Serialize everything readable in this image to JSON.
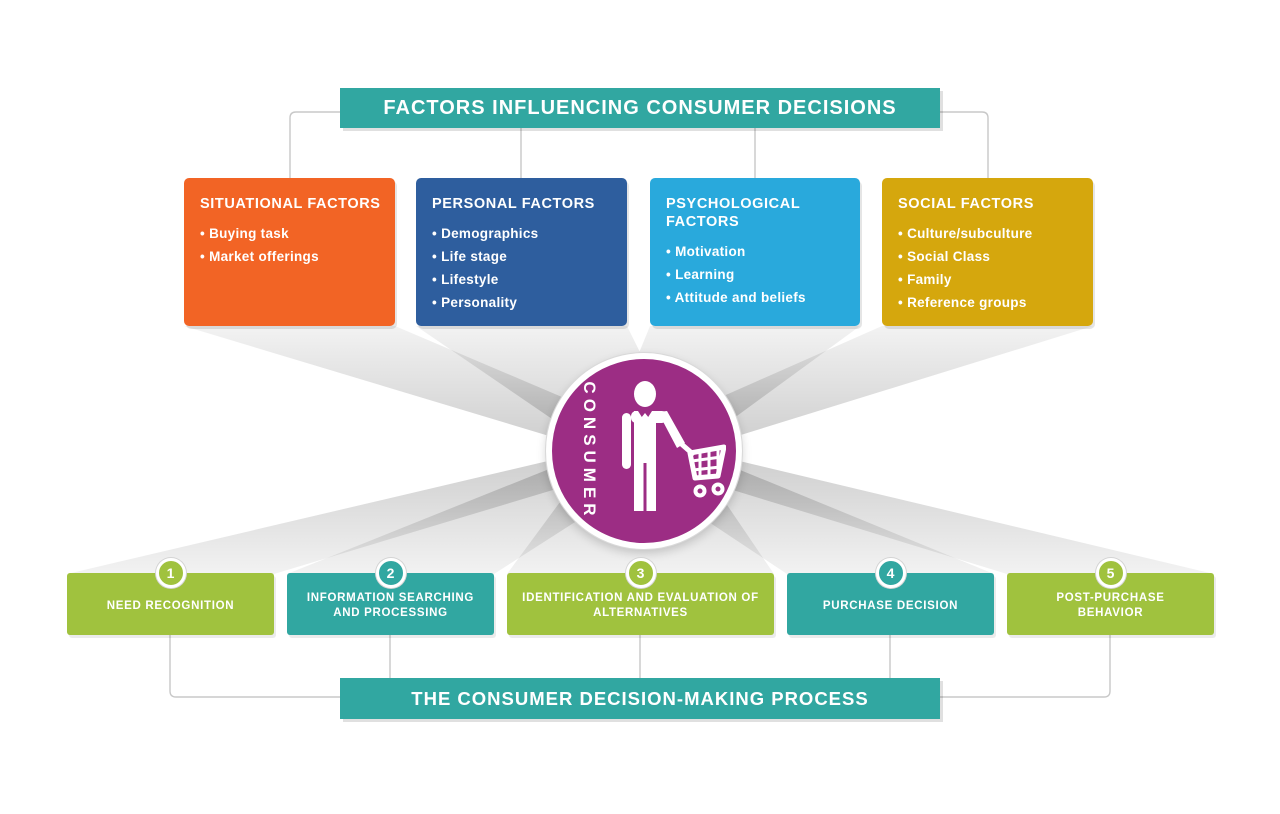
{
  "colors": {
    "teal": "#31A7A1",
    "orange": "#F26425",
    "dark_blue": "#2E5E9E",
    "light_blue": "#29A9DC",
    "gold": "#D5A70D",
    "green": "#A0C23E",
    "purple": "#9C2D84",
    "connector_gray": "#c8c8c8"
  },
  "top_banner": {
    "label": "FACTORS INFLUENCING CONSUMER DECISIONS",
    "color": "#31A7A1"
  },
  "factors": [
    {
      "title": "SITUATIONAL FACTORS",
      "color": "#F26425",
      "items": [
        "Buying task",
        "Market offerings"
      ]
    },
    {
      "title": "PERSONAL FACTORS",
      "color": "#2E5E9E",
      "items": [
        "Demographics",
        "Life stage",
        "Lifestyle",
        "Personality"
      ]
    },
    {
      "title": "PSYCHOLOGICAL FACTORS",
      "color": "#29A9DC",
      "items": [
        "Motivation",
        "Learning",
        "Attitude and beliefs"
      ]
    },
    {
      "title": "SOCIAL FACTORS",
      "color": "#D5A70D",
      "items": [
        "Culture/subculture",
        "Social Class",
        "Family",
        "Reference groups"
      ]
    }
  ],
  "consumer": {
    "label": "CONSUMER",
    "color": "#9C2D84",
    "icon": "person-with-shopping-cart-icon"
  },
  "steps": [
    {
      "number": "1",
      "label": "NEED RECOGNITION",
      "color": "#A0C23E"
    },
    {
      "number": "2",
      "label": "INFORMATION SEARCHING AND PROCESSING",
      "color": "#31A7A1"
    },
    {
      "number": "3",
      "label": "IDENTIFICATION AND EVALUATION OF ALTERNATIVES",
      "color": "#A0C23E"
    },
    {
      "number": "4",
      "label": "PURCHASE DECISION",
      "color": "#31A7A1"
    },
    {
      "number": "5",
      "label": "POST-PURCHASE BEHAVIOR",
      "color": "#A0C23E"
    }
  ],
  "bottom_banner": {
    "label": "THE CONSUMER DECISION-MAKING PROCESS",
    "color": "#31A7A1"
  }
}
